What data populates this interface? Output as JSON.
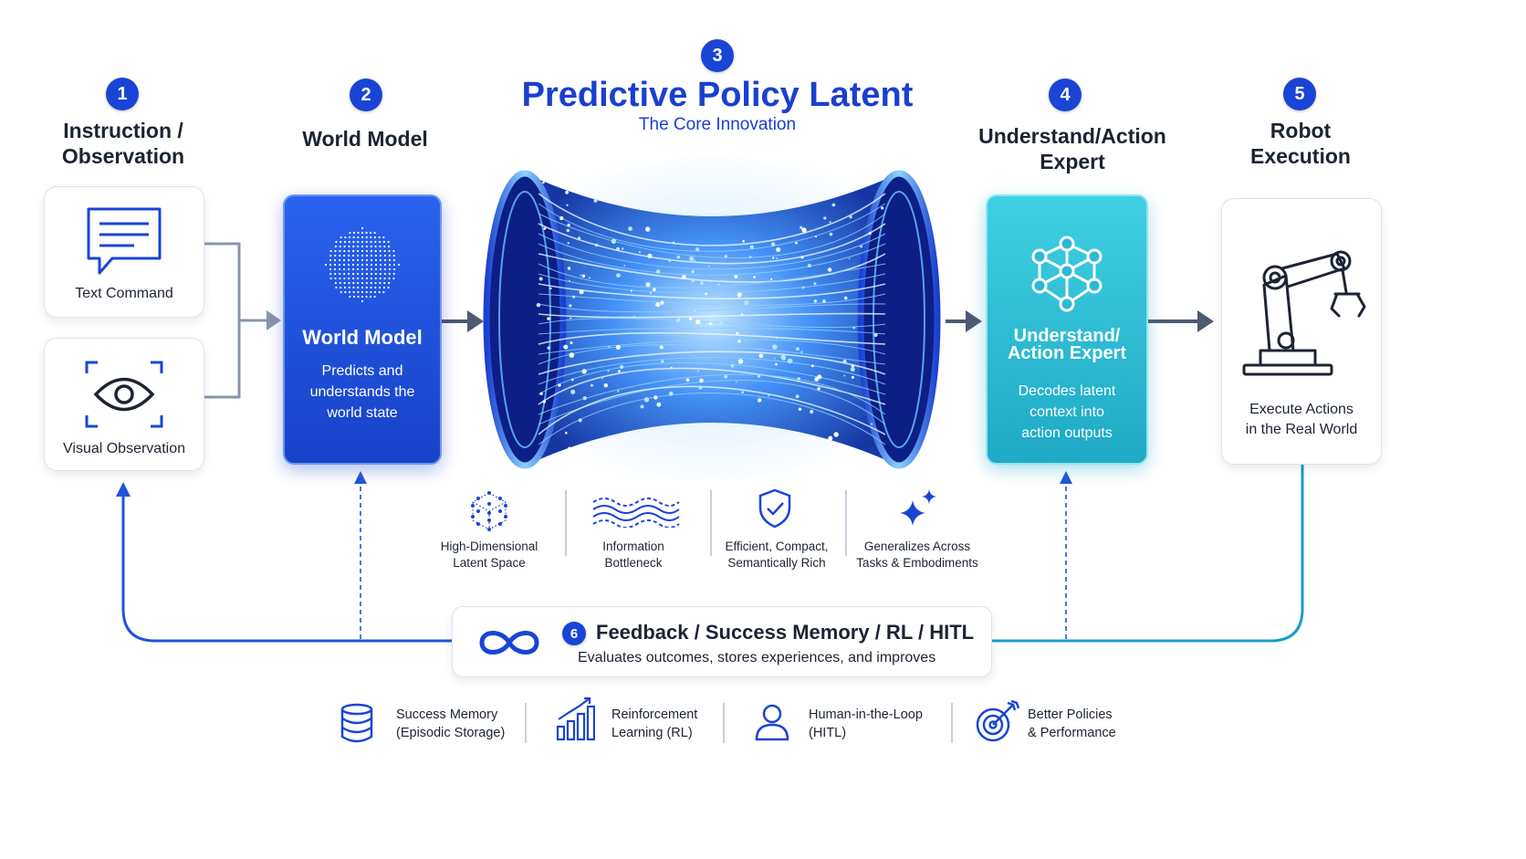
{
  "stages": [
    {
      "num": "1",
      "title_l1": "Instruction /",
      "title_l2": "Observation"
    },
    {
      "num": "2",
      "title": "World Model"
    },
    {
      "num": "3",
      "title": "Predictive Policy Latent",
      "subtitle": "The Core Innovation"
    },
    {
      "num": "4",
      "title": "Understand/Action Expert"
    },
    {
      "num": "5",
      "title_l1": "Robot",
      "title_l2": "Execution"
    }
  ],
  "inputs": {
    "text_command": "Text Command",
    "visual_observation": "Visual Observation"
  },
  "world_model_box": {
    "title": "World Model",
    "desc_l1": "Predicts and",
    "desc_l2": "understands the",
    "desc_l3": "world state"
  },
  "expert_box": {
    "title_l1": "Understand/",
    "title_l2": "Action Expert",
    "desc_l1": "Decodes latent",
    "desc_l2": "context into",
    "desc_l3": "action outputs"
  },
  "robot_box": {
    "desc_l1": "Execute Actions",
    "desc_l2": "in the Real World"
  },
  "latent_properties": [
    {
      "icon": "cube-icon",
      "l1": "High-Dimensional",
      "l2": "Latent Space"
    },
    {
      "icon": "waves-icon",
      "l1": "Information",
      "l2": "Bottleneck"
    },
    {
      "icon": "shield-check-icon",
      "l1": "Efficient, Compact,",
      "l2": "Semantically Rich"
    },
    {
      "icon": "sparkle-icon",
      "l1": "Generalizes Across",
      "l2": "Tasks & Embodiments"
    }
  ],
  "feedback": {
    "num": "6",
    "title": "Feedback / Success Memory / RL / HITL",
    "desc": "Evaluates outcomes, stores experiences, and improves"
  },
  "bottom_items": [
    {
      "icon": "database-icon",
      "l1": "Success Memory",
      "l2": "(Episodic Storage)"
    },
    {
      "icon": "bar-chart-icon",
      "l1": "Reinforcement",
      "l2": "Learning (RL)"
    },
    {
      "icon": "person-icon",
      "l1": "Human-in-the-Loop",
      "l2": "(HITL)"
    },
    {
      "icon": "target-icon",
      "l1": "Better Policies",
      "l2": "& Performance"
    }
  ],
  "colors": {
    "badge": "#1a44d6",
    "title_blue": "#1a3fd0",
    "world_model": "#1f52e0",
    "expert": "#29b7d0",
    "arrow_gray": "#4c5a72",
    "loop_blue": "#1f55d6"
  }
}
